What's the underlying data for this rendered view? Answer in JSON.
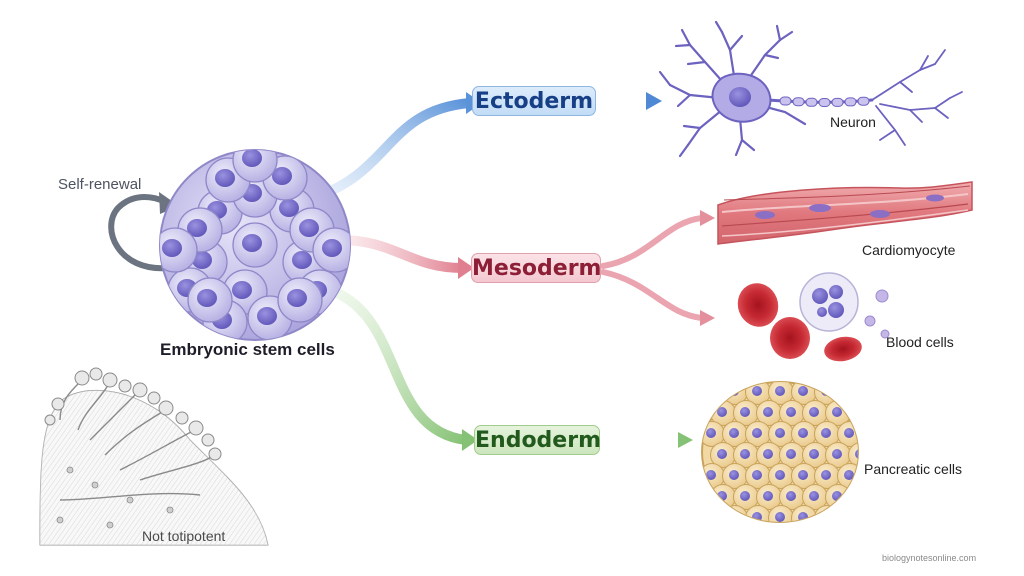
{
  "stem": {
    "label": "Embryonic stem cells",
    "renewal_label": "Self-renewal"
  },
  "germ_layers": {
    "ectoderm": "Ectoderm",
    "mesoderm": "Mesoderm",
    "endoderm": "Endoderm"
  },
  "cell_types": {
    "neuron": "Neuron",
    "cardiomyocyte": "Cardiomyocyte",
    "blood": "Blood cells",
    "pancreatic": "Pancreatic cells"
  },
  "note": "Not totipotent",
  "watermark": "biologynotesonline.com",
  "colors": {
    "ectoderm": "#5b93d9",
    "mesoderm": "#e07f8f",
    "endoderm": "#86c275",
    "stem_cell": "#8f88d6",
    "renewal_arrow": "#6b7480"
  }
}
